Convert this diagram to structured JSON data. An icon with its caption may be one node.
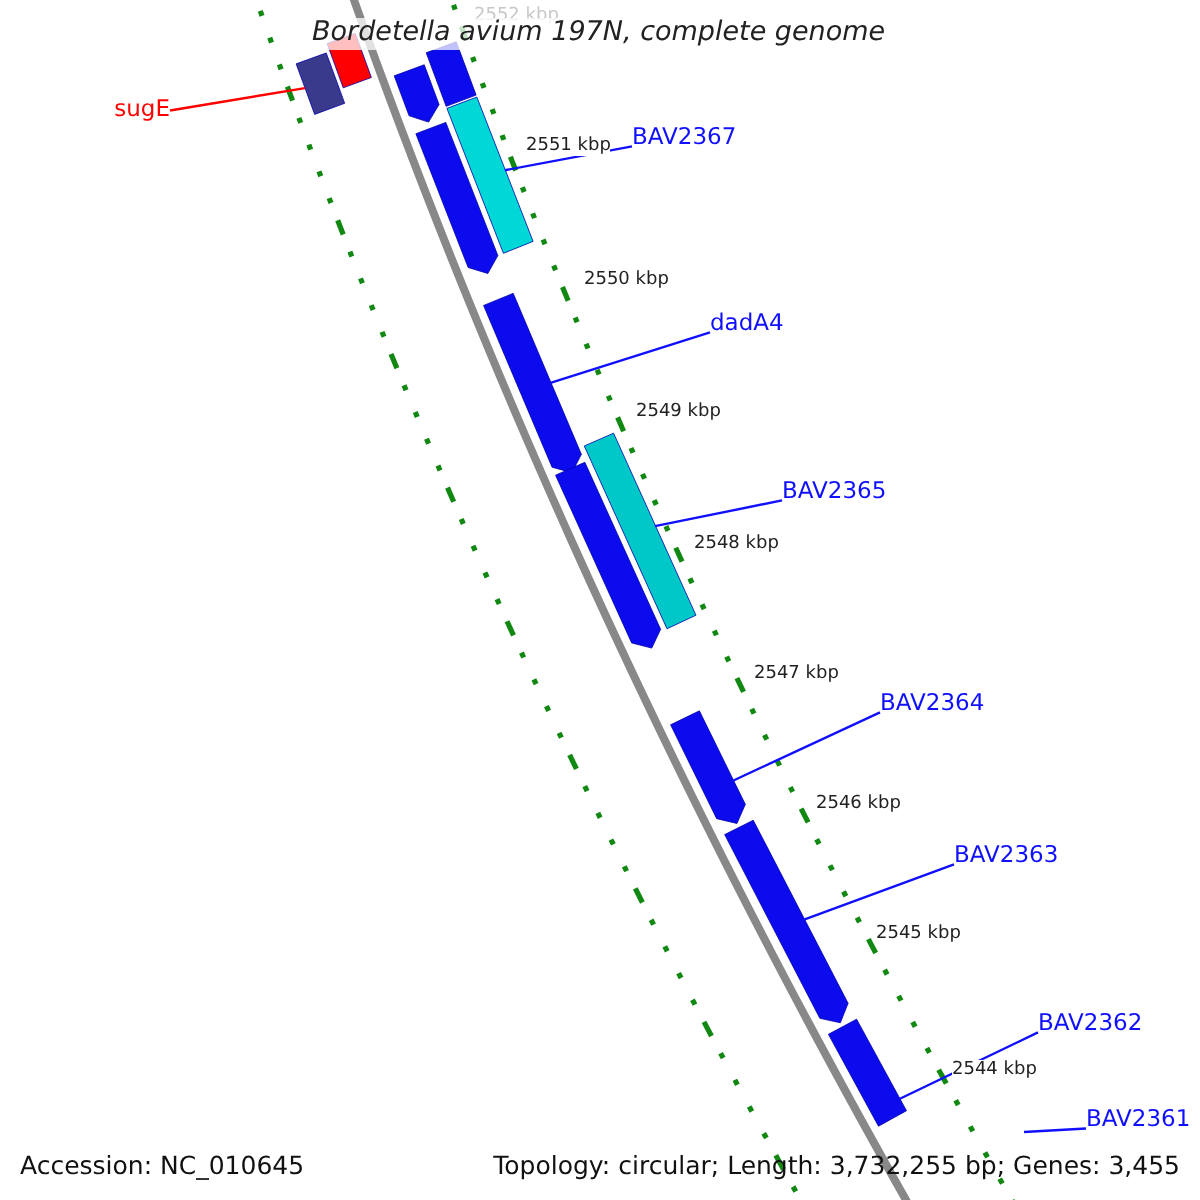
{
  "diagram": {
    "title": "Bordetella avium 197N, complete genome",
    "nodes": [
      {
        "text": [
          "sugE"
        ]
      },
      {
        "text": [],
        "shape": "bar"
      },
      {
        "text": [],
        "shape": "bar"
      },
      {
        "text": [],
        "shape": "bar"
      },
      {
        "text": [],
        "shape": "bar"
      },
      {
        "text": [
          "BAV2367"
        ]
      },
      {
        "text": [],
        "shape": "bar"
      },
      {
        "text": [],
        "shape": "bar"
      },
      {
        "text": [
          "dadA4"
        ]
      },
      {
        "text": [],
        "shape": "bar"
      },
      {
        "text": [
          "BAV2365"
        ]
      },
      {
        "text": [],
        "shape": "bar"
      },
      {
        "text": [],
        "shape": "bar"
      },
      {
        "text": [
          "BAV2364"
        ]
      },
      {
        "text": [],
        "shape": "bar"
      },
      {
        "text": [
          "BAV2363"
        ]
      },
      {
        "text": [],
        "shape": "bar"
      },
      {
        "text": [
          "BAV2362"
        ]
      },
      {
        "text": [],
        "shape": "bar"
      },
      {
        "text": [
          "BAV2361"
        ]
      }
    ],
    "edges": [
      {
        "from": 0,
        "to": 2,
        "arrow": "none",
        "color": "#ff0000"
      },
      {
        "from": 5,
        "to": 6,
        "arrow": "none"
      },
      {
        "from": 8,
        "to": 9,
        "arrow": "none"
      },
      {
        "from": 10,
        "to": 11,
        "arrow": "none"
      },
      {
        "from": 13,
        "to": 14,
        "arrow": "none"
      },
      {
        "from": 15,
        "to": 16,
        "arrow": "none"
      },
      {
        "from": 17,
        "to": 18,
        "arrow": "none"
      },
      {
        "from": 19,
        "to": null,
        "arrow": "none"
      }
    ],
    "labels": [
      "2552 kbp",
      "2551 kbp",
      "2550 kbp",
      "2549 kbp",
      "2548 kbp",
      "2547 kbp",
      "2546 kbp",
      "2545 kbp",
      "2544 kbp",
      "Accession: NC_010645",
      "Topology: circular; Length: 3,732,255 bp; Genes: 3,455"
    ]
  }
}
